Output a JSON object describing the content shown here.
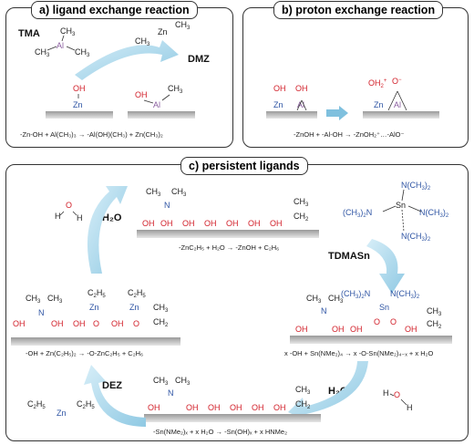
{
  "panels": {
    "a": {
      "title": "a) ligand exchange reaction",
      "tma_label": "TMA",
      "dmz_label": "DMZ",
      "equation": "-Zn-OH + Al(CH₃)₃ → -Al(OH)(CH₃) + Zn(CH₃)₂"
    },
    "b": {
      "title": "b) proton exchange reaction",
      "equation": "-ZnOH + -Al-OH → -ZnOH₂⁺…-AlO⁻"
    },
    "c": {
      "title": "c) persistent ligands",
      "h2o_label_1": "H₂O",
      "h2o_label_2": "H₂O",
      "tdmasn_label": "TDMASn",
      "dez_label": "DEZ",
      "equation_top": "-ZnC₂H₅ + H₂O → -ZnOH + C₂H₆",
      "equation_left": "-OH + Zn(C₂H₅)₂ → -O-ZnC₂H₅ + C₂H₆",
      "equation_right": "x -OH + Sn(NMe₂)₄ → x -O-Sn(NMe₂)₄₋ₓ + x H₂O",
      "equation_bottom": "-Sn(NMe₂)ₓ + x H₂O → -Sn(OH)ₓ + x HNMe₂"
    }
  },
  "colors": {
    "oxygen": "#d2202a",
    "nitrogen": "#2f55a4",
    "aluminum": "#8b5fa0",
    "arrow": "#a9d6ea",
    "surface": "#777777"
  }
}
